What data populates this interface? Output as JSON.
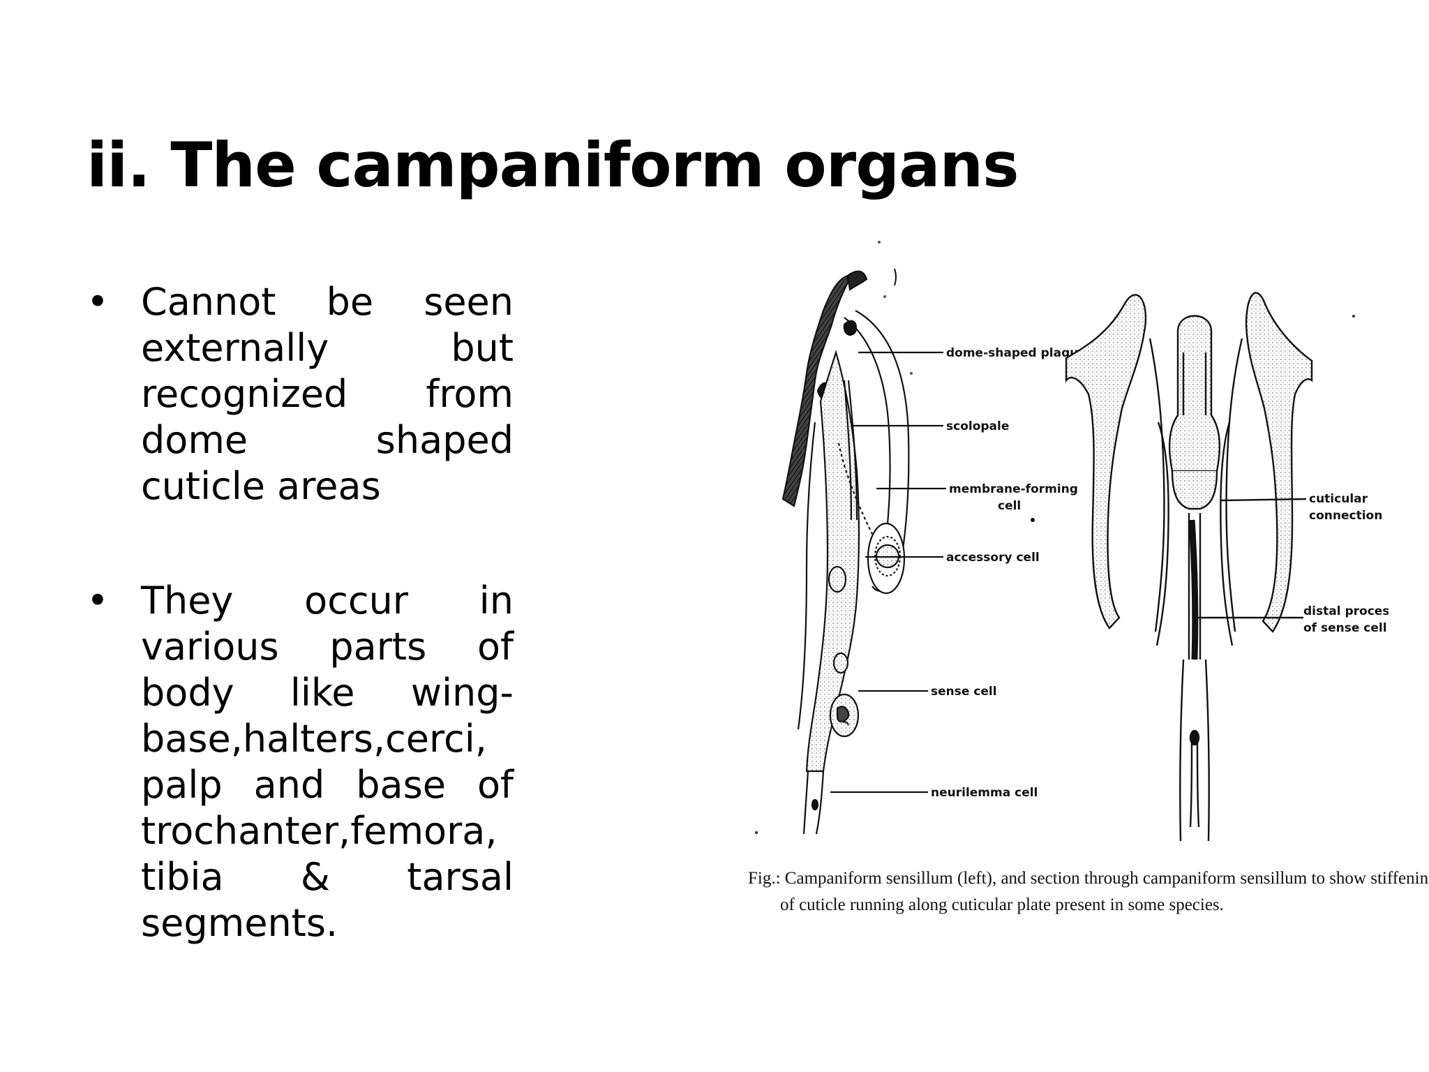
{
  "slide": {
    "title": "ii. The campaniform organs",
    "bullets": [
      "Cannot be seen externally but recognized from dome shaped cuticle areas",
      "They occur in various parts of body like wing-base,halters,cerci, palp and base of trochanter,femora, tibia & tarsal segments."
    ],
    "bullet_glyph": "•"
  },
  "figure": {
    "labels": {
      "dome_shaped_plaque": "dome-shaped plaque",
      "scolopale": "scolopale",
      "membrane_forming_cell_1": "membrane-forming",
      "membrane_forming_cell_2": "cell",
      "accessory_cell": "accessory cell",
      "sense_cell": "sense cell",
      "neurilemma_cell": "neurilemma cell",
      "cuticular_connection_1": "cuticular",
      "cuticular_connection_2": "connection",
      "distal_process_1": "distal process",
      "distal_process_2": "of sense cell"
    },
    "caption": {
      "line1": "Fig.: Campaniform sensillum (left), and section through campaniform sensillum to show stiffening rod",
      "line2": "of cuticle running along cuticular plate present in some species."
    }
  },
  "colors": {
    "background": "#ffffff",
    "text": "#000000",
    "diagram_ink": "#111111",
    "stipple": "#bdbdbd"
  }
}
